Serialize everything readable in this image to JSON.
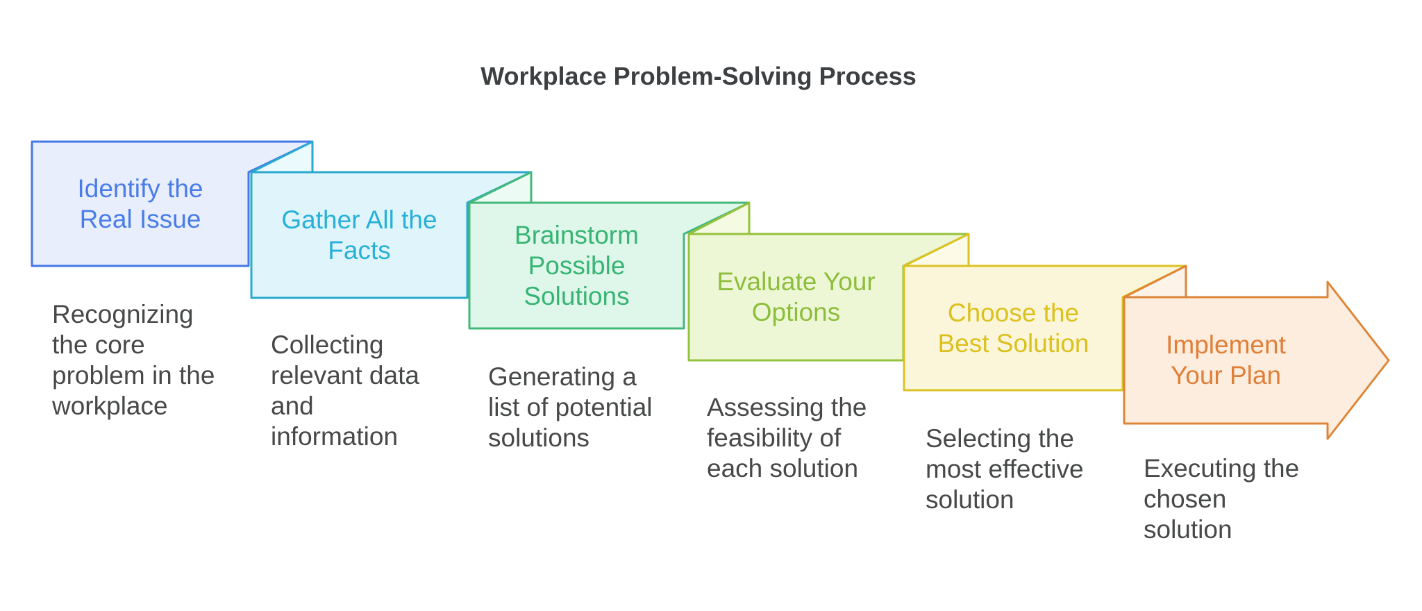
{
  "title": "Workplace Problem-Solving Process",
  "colors": {
    "background": "#ffffff",
    "heading_text": "#3d4043",
    "description_text": "#474849"
  },
  "steps": [
    {
      "label": "Identify the\nReal Issue",
      "description": "Recognizing\nthe core\nproblem in the\nworkplace",
      "colors": {
        "border": "#4577e6",
        "fill": "#e8eefc",
        "label_text": "#4a7ce9"
      }
    },
    {
      "label": "Gather All the\nFacts",
      "description": "Collecting\nrelevant data\nand\ninformation",
      "colors": {
        "border": "#2aa8d0",
        "fill": "#e0f5fb",
        "label_text": "#27b0d8",
        "fold_fill": "#eafafd"
      }
    },
    {
      "label": "Brainstorm\nPossible\nSolutions",
      "description": "Generating a\nlist of potential\nsolutions",
      "colors": {
        "border": "#44b87a",
        "fill": "#dff7ea",
        "label_text": "#36b473",
        "fold_fill": "#ecfbf3"
      }
    },
    {
      "label": "Evaluate Your\nOptions",
      "description": "Assessing the\nfeasibility of\neach solution",
      "colors": {
        "border": "#94c23c",
        "fill": "#eef7d5",
        "label_text": "#8cbe3b",
        "fold_fill": "#f5fae3"
      }
    },
    {
      "label": "Choose the\nBest Solution",
      "description": "Selecting the\nmost effective\nsolution",
      "colors": {
        "border": "#dcc226",
        "fill": "#fbf6d9",
        "label_text": "#dcc01e",
        "fold_fill": "#fdfae8"
      }
    },
    {
      "label": "Implement\nYour Plan",
      "description": "Executing the\nchosen\nsolution",
      "colors": {
        "border": "#dd8639",
        "fill": "#fcedde",
        "label_text": "#e07f38",
        "fold_fill": "#fdf3e9"
      }
    }
  ]
}
